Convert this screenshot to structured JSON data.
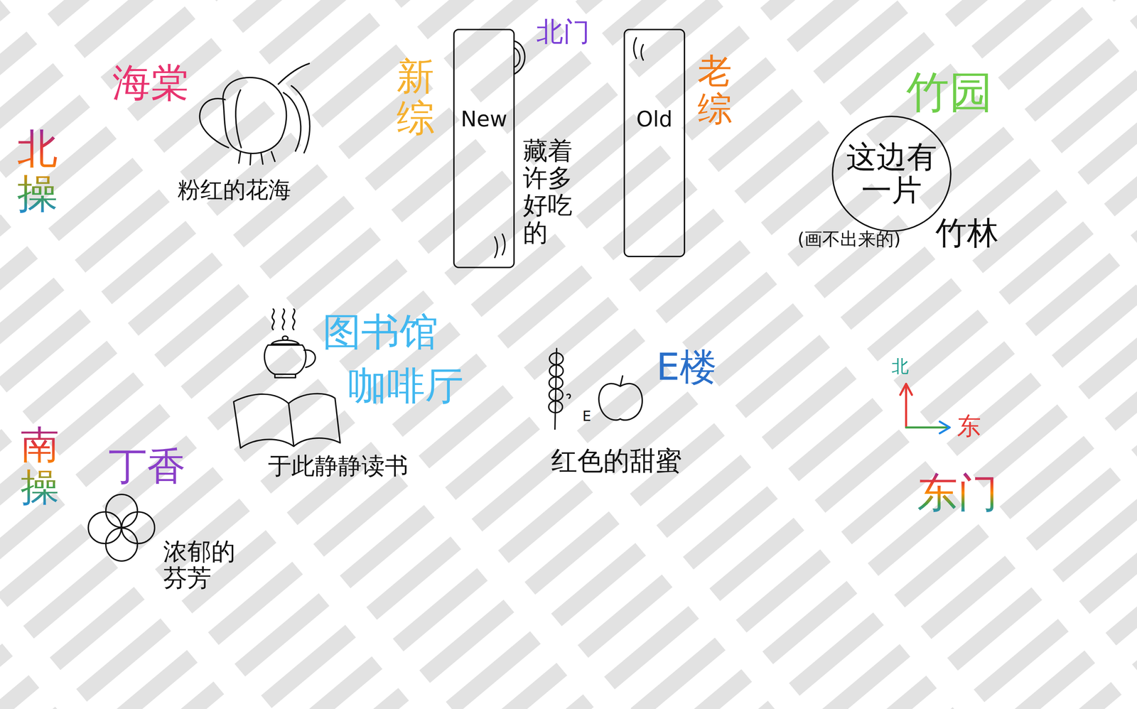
{
  "diagram": {
    "nodes": [
      {
        "text": [
          "新综",
          "New"
        ]
      },
      {
        "text": [
          "老综",
          "Old"
        ]
      },
      {
        "text": [
          "这边有一片"
        ]
      }
    ],
    "labels": [
      "北操",
      "海棠",
      "粉红的花海",
      "北门",
      "藏着许多好吃的",
      "竹园",
      "(画不出来的)",
      "竹林",
      "图书馆",
      "咖啡厅",
      "于此静静读书",
      "E",
      "E楼",
      "红色的甜蜜",
      "南操",
      "丁香",
      "浓郁的芬芳",
      "北",
      "东",
      "东门"
    ]
  }
}
